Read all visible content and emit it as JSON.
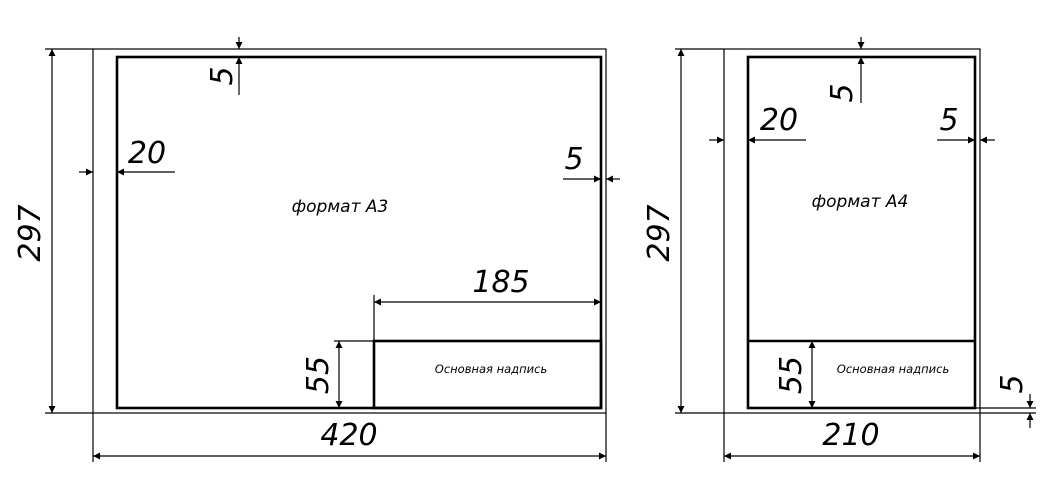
{
  "a3": {
    "format_label": "формат А3",
    "title_block_label": "Основная надпись",
    "dim_width": "420",
    "dim_height": "297",
    "dim_left_margin": "20",
    "dim_top_margin": "5",
    "dim_right_margin": "5",
    "dim_title_width": "185",
    "dim_title_height": "55"
  },
  "a4": {
    "format_label": "формат А4",
    "title_block_label": "Основная надпись",
    "dim_width": "210",
    "dim_height": "297",
    "dim_left_margin": "20",
    "dim_top_margin": "5",
    "dim_right_margin": "5",
    "dim_bottom_margin": "5",
    "dim_title_height": "55"
  }
}
